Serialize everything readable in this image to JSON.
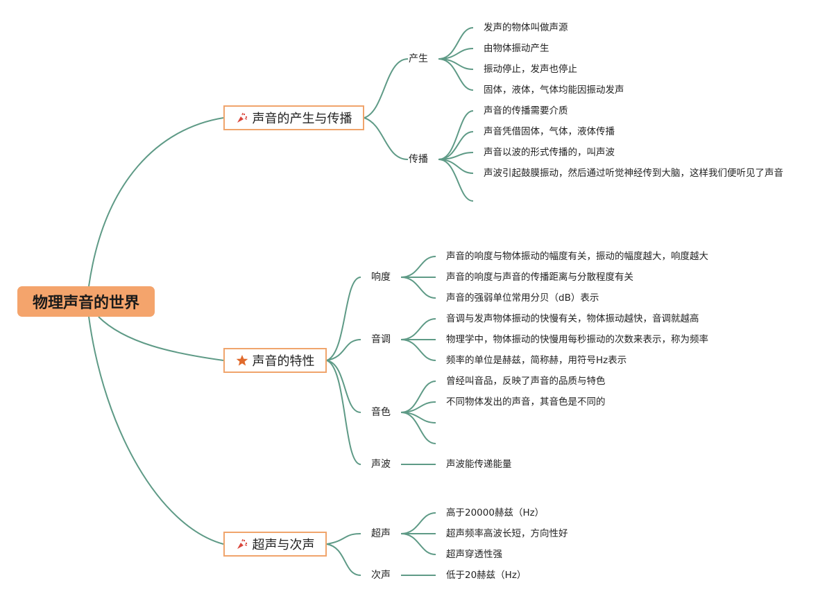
{
  "root": {
    "label": "物理声音的世界"
  },
  "branches": [
    {
      "label": "声音的产生与传播",
      "icon": "party-popper-icon",
      "subs": [
        {
          "label": "产生",
          "items": [
            "发声的物体叫做声源",
            "由物体振动产生",
            "振动停止，发声也停止",
            "固体，液体，气体均能因振动发声"
          ]
        },
        {
          "label": "传播",
          "items": [
            "声音的传播需要介质",
            "声音凭借固体，气体，液体传播",
            "声音以波的形式传播的，叫声波",
            "声波引起鼓膜振动，然后通过听觉神经传到大脑，这样我们便听见了声音",
            ""
          ]
        }
      ]
    },
    {
      "label": "声音的特性",
      "icon": "star-icon",
      "subs": [
        {
          "label": "响度",
          "items": [
            "声音的响度与物体振动的幅度有关，振动的幅度越大，响度越大",
            "声音的响度与声音的传播距离与分散程度有关",
            "声音的强弱单位常用分贝（dB）表示"
          ]
        },
        {
          "label": "音调",
          "items": [
            "音调与发声物体振动的快慢有关，物体振动越快，音调就越高",
            "物理学中，物体振动的快慢用每秒振动的次数来表示，称为频率",
            "频率的单位是赫兹，简称赫，用符号Hz表示"
          ]
        },
        {
          "label": "音色",
          "items": [
            "曾经叫音品，反映了声音的品质与特色",
            "不同物体发出的声音，其音色是不同的",
            "",
            ""
          ]
        },
        {
          "label": "声波",
          "items": [
            "声波能传递能量"
          ]
        }
      ]
    },
    {
      "label": "超声与次声",
      "icon": "party-popper-icon",
      "subs": [
        {
          "label": "超声",
          "items": [
            "高于20000赫兹（Hz）",
            "超声频率高波长短，方向性好",
            "超声穿透性强"
          ]
        },
        {
          "label": "次声",
          "items": [
            "低于20赫兹（Hz）"
          ]
        }
      ]
    }
  ],
  "colors": {
    "link": "#5e9a86",
    "root_fill": "#f4a46c",
    "branch_border": "#f0a46b",
    "popper": "#d9453b",
    "star": "#e06a2c"
  }
}
